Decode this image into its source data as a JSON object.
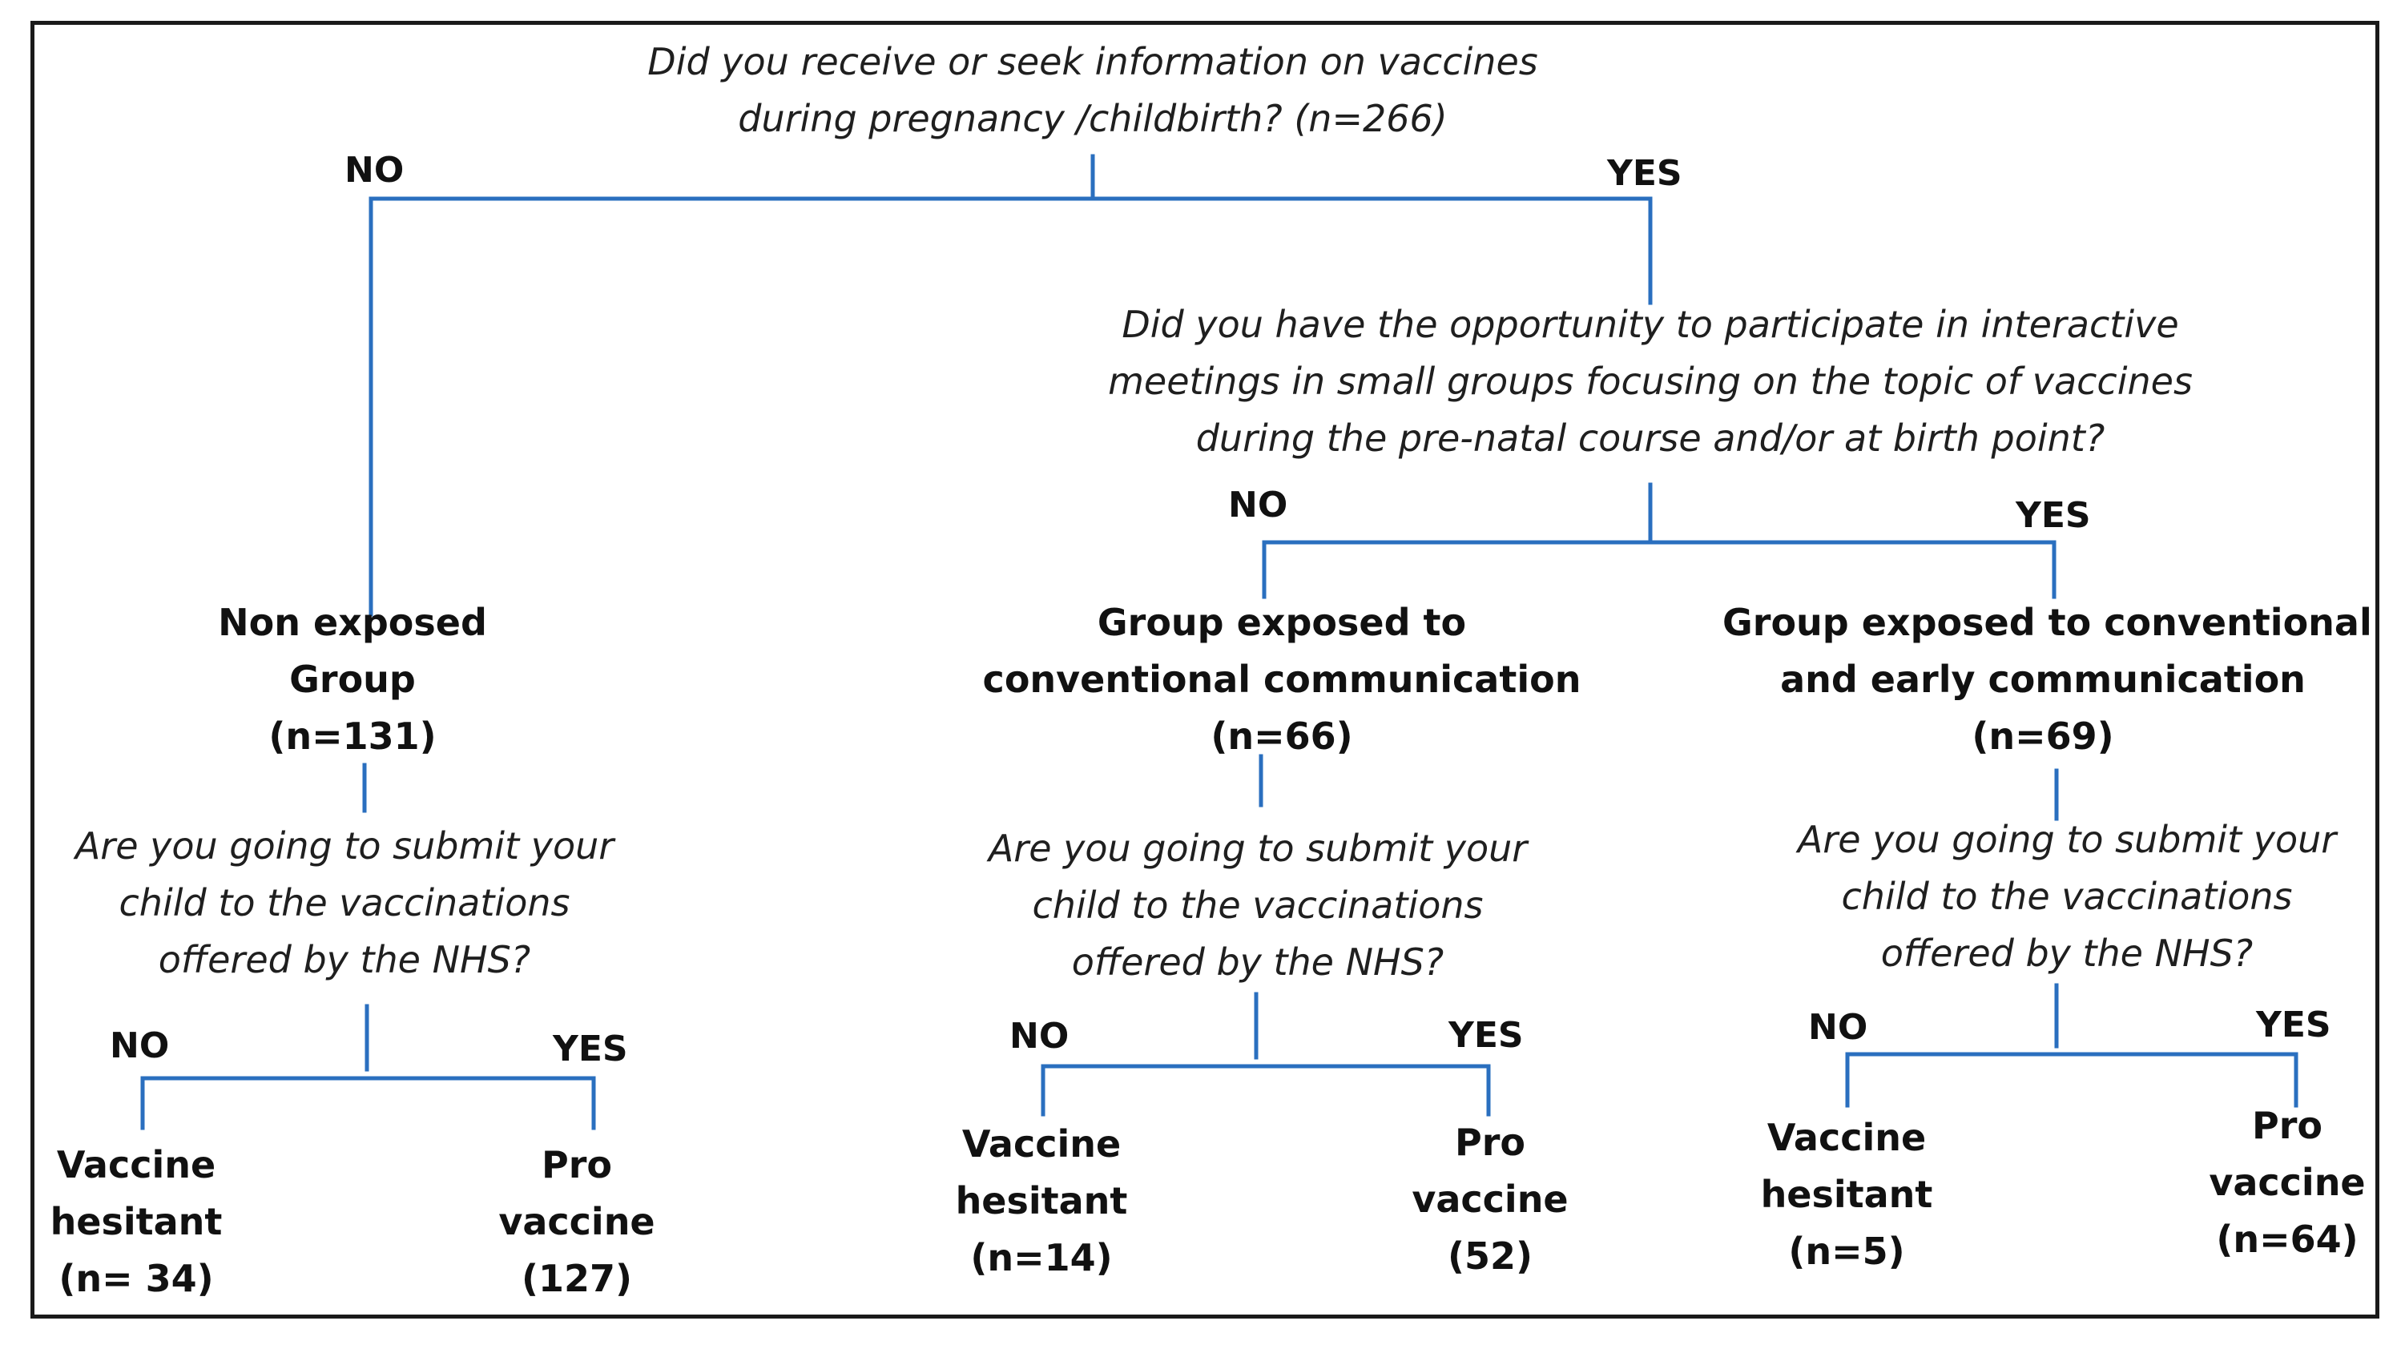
{
  "colors": {
    "connector": "#2a6fbf",
    "border": "#1a1a1a",
    "text": "#111111"
  },
  "root": {
    "question": [
      "Did you receive or seek information on vaccines",
      "during pregnancy /childbirth? (n=266)"
    ],
    "no_label": "NO",
    "yes_label": "YES"
  },
  "second": {
    "question": [
      "Did you have the opportunity to participate in interactive",
      "meetings in small groups focusing on the topic of vaccines",
      "during the pre-natal course and/or at birth point?"
    ],
    "no_label": "NO",
    "yes_label": "YES"
  },
  "groups": [
    {
      "title": [
        "Non exposed",
        "Group",
        "(n=131)"
      ],
      "question": [
        "Are you going to submit your",
        "child to the vaccinations",
        "offered by the NHS?"
      ],
      "no_label": "NO",
      "yes_label": "YES",
      "no_outcome": [
        "Vaccine",
        "hesitant",
        "(n= 34)"
      ],
      "yes_outcome": [
        "Pro",
        "vaccine",
        "(127)"
      ]
    },
    {
      "title": [
        "Group exposed to",
        "conventional communication",
        "(n=66)"
      ],
      "question": [
        "Are you going to submit your",
        "child to the vaccinations",
        "offered by the NHS?"
      ],
      "no_label": "NO",
      "yes_label": "YES",
      "no_outcome": [
        "Vaccine",
        "hesitant",
        "(n=14)"
      ],
      "yes_outcome": [
        "Pro",
        "vaccine",
        "(52)"
      ]
    },
    {
      "title": [
        "Group exposed to conventional",
        "and early communication",
        "(n=69)"
      ],
      "question": [
        "Are you going to submit your",
        "child to the vaccinations",
        "offered by the NHS?"
      ],
      "no_label": "NO",
      "yes_label": "YES",
      "no_outcome": [
        "Vaccine",
        "hesitant",
        "(n=5)"
      ],
      "yes_outcome": [
        "Pro",
        "vaccine",
        "(n=64)"
      ]
    }
  ]
}
